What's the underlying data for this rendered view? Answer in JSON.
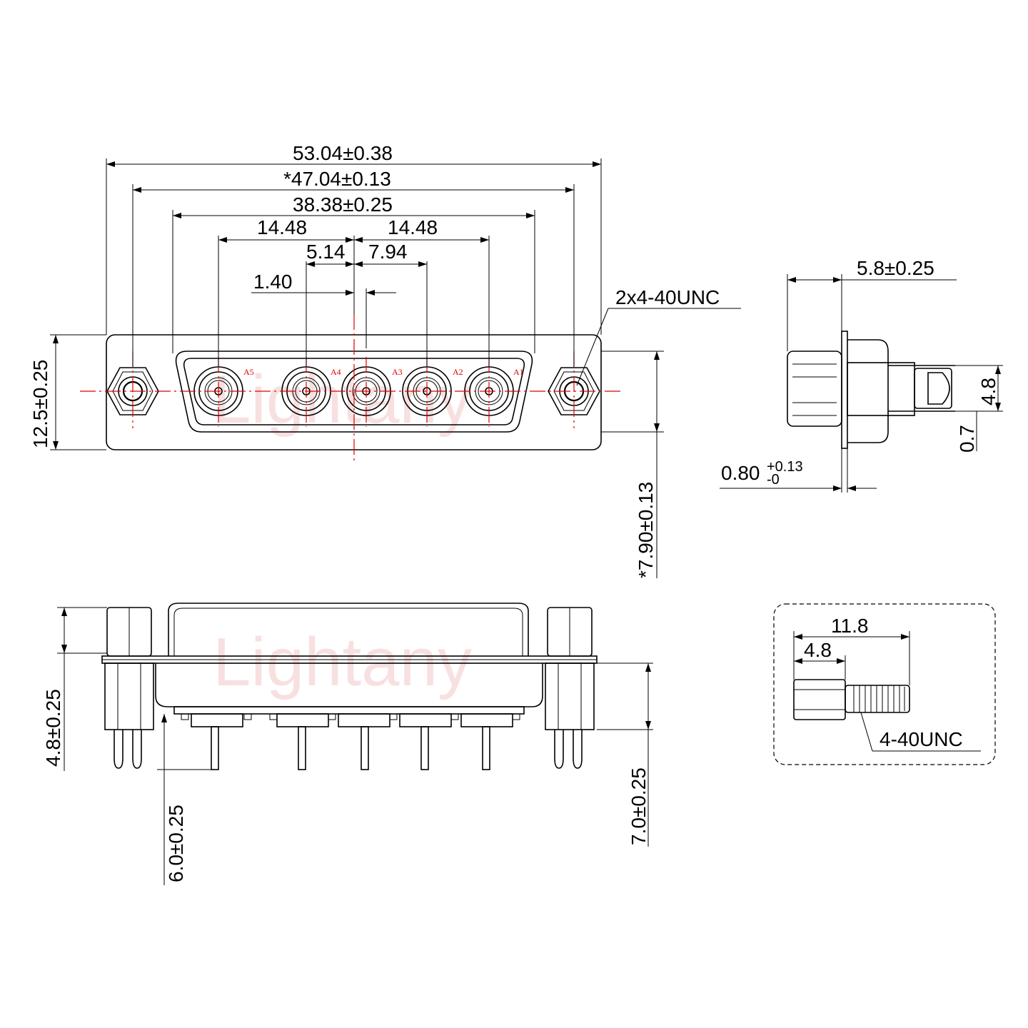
{
  "watermark": {
    "text": "Lightany",
    "color": "#f4c8c8"
  },
  "colors": {
    "line": "#000000",
    "centerline": "#e00000",
    "pin_label": "#e00000"
  },
  "front_view": {
    "dims": {
      "overall_width": "53.04±0.38",
      "mount_hole_spacing": "*47.04±0.13",
      "shell_width": "38.38±0.25",
      "pitch_left": "14.48",
      "pitch_right": "14.48",
      "offset_left": "5.14",
      "offset_right": "7.94",
      "offset_center": "1.40",
      "height": "12.5±0.25",
      "thread_callout": "2x4-40UNC",
      "row_offset": "*7.90±0.13"
    },
    "pins": [
      "A5",
      "A4",
      "A3",
      "A2",
      "A1"
    ]
  },
  "side_view": {
    "dims": {
      "depth": "5.8±0.25",
      "tail_height": "4.8",
      "tail_offset": "0.7",
      "flange_thickness": "0.80",
      "flange_tol_upper": "+0.13",
      "flange_tol_lower": "-0"
    }
  },
  "bottom_view": {
    "dims": {
      "standoff_height": "4.8±0.25",
      "tail_length": "6.0±0.25",
      "body_depth": "7.0±0.25"
    }
  },
  "screw_detail": {
    "dims": {
      "total_length": "11.8",
      "head_length": "4.8",
      "thread_callout": "4-40UNC"
    }
  }
}
